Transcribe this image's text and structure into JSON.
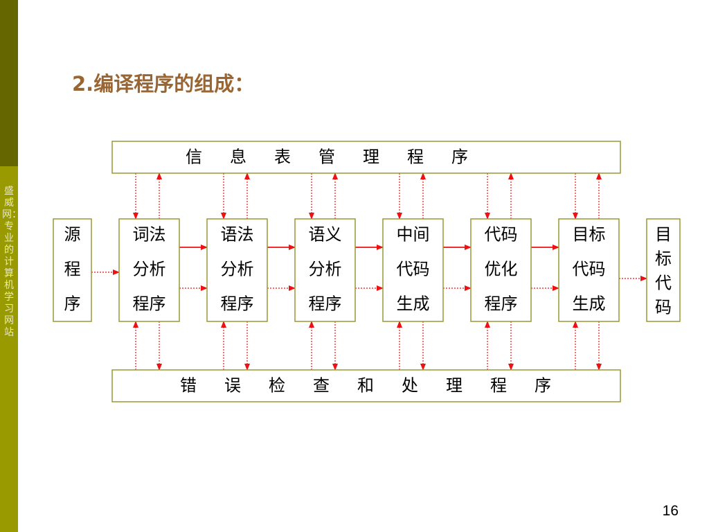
{
  "sidebar": {
    "text": "盛威网：专业的计算机学习网站",
    "colors": {
      "top": "#666600",
      "bottom": "#999900"
    }
  },
  "slide": {
    "title": "2.编译程序的组成：",
    "page_number": "16"
  },
  "diagram": {
    "top_bar_label": "信 息 表 管 理 程 序",
    "bottom_bar_label": "错 误 检 查 和 处 理 程 序",
    "source_box": [
      "源",
      "程",
      "序"
    ],
    "target_box": [
      "目",
      "标",
      "代",
      "码"
    ],
    "stages": [
      {
        "lines": [
          "词法",
          "分析",
          "程序"
        ]
      },
      {
        "lines": [
          "语法",
          "分析",
          "程序"
        ]
      },
      {
        "lines": [
          "语义",
          "分析",
          "程序"
        ]
      },
      {
        "lines": [
          "中间",
          "代码",
          "生成"
        ]
      },
      {
        "lines": [
          "代码",
          "优化",
          "程序"
        ]
      },
      {
        "lines": [
          "目标",
          "代码",
          "生成"
        ]
      }
    ],
    "colors": {
      "box_border": "#999933",
      "arrow": "#ee1111"
    }
  }
}
